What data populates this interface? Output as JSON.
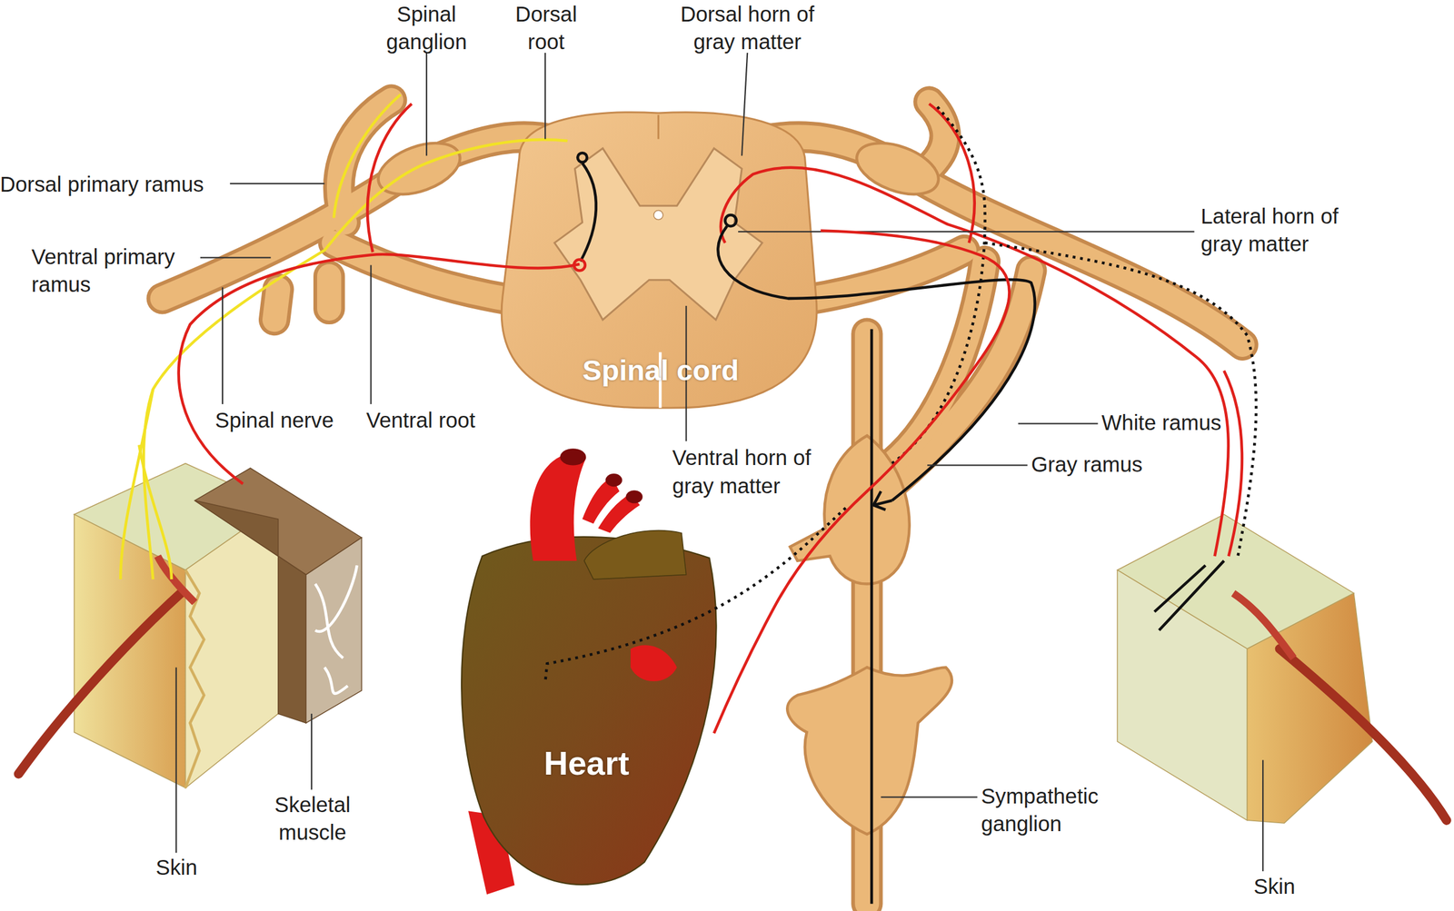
{
  "diagram": {
    "nodes": [
      {
        "text": [
          "Spinal cord"
        ]
      },
      {
        "text": [
          "Heart"
        ]
      }
    ],
    "edges": [
      {
        "from": 1,
        "to": 0,
        "arrow": "none"
      }
    ],
    "labels": [
      "Spinal ganglion",
      "Dorsal root",
      "Dorsal horn of gray matter",
      "Dorsal primary ramus",
      "Ventral primary ramus",
      "Lateral horn of gray matter",
      "Spinal nerve",
      "Ventral root",
      "Ventral horn of gray matter",
      "White ramus",
      "Gray ramus",
      "Skin",
      "Skeletal muscle",
      "Sympathetic ganglion",
      "Skin"
    ]
  }
}
